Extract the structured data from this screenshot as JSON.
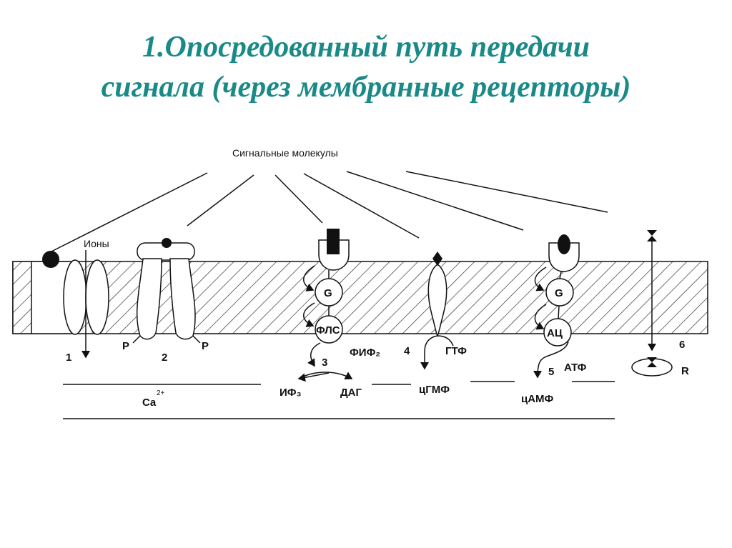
{
  "title": {
    "line1": "1.Опосредованный путь передачи",
    "line2": "сигнала (через мембранные рецепторы)"
  },
  "labels": {
    "signal_molecules": "Сигнальные молекулы",
    "ions": "Ионы",
    "num1": "1",
    "num2": "2",
    "num3": "3",
    "num4": "4",
    "num5": "5",
    "num6": "6",
    "p_left": "P",
    "p_right": "P",
    "g1": "G",
    "g2": "G",
    "flc": "ФЛС",
    "fif2": "ФИФ₂",
    "if3": "ИФ₃",
    "dag": "ДАГ",
    "gtf": "ГТФ",
    "cgmf": "цГМФ",
    "ac": "АЦ",
    "atf": "АТФ",
    "camf": "цАМФ",
    "ca": "Ca",
    "ca_charge": "2+",
    "r": "R"
  },
  "colors": {
    "title": "#1a8a88",
    "line": "#111111"
  }
}
